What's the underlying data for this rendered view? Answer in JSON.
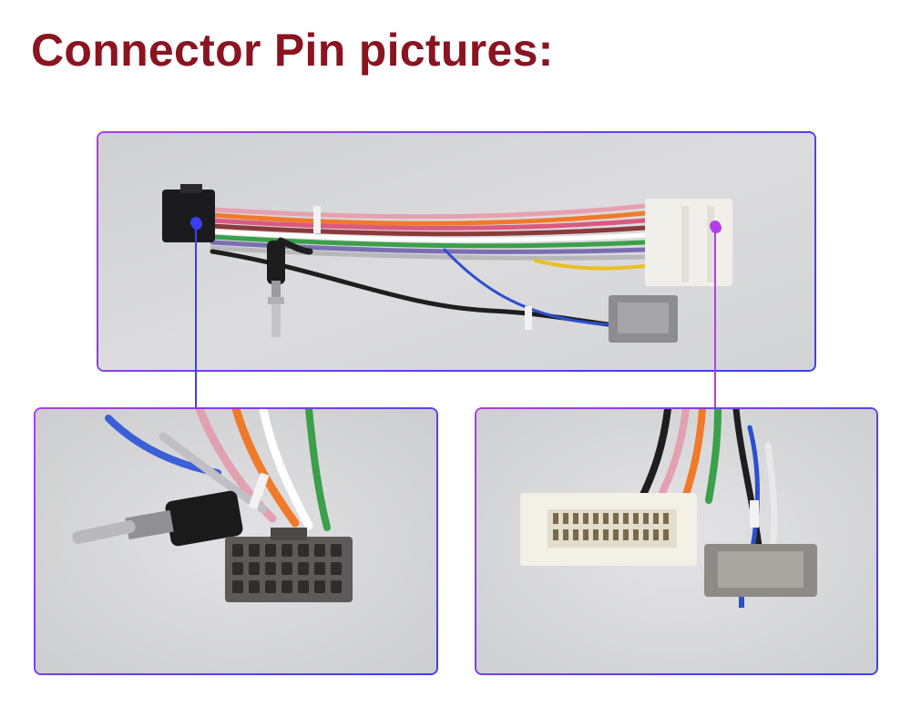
{
  "page": {
    "title": "Connector Pin pictures:"
  },
  "colors": {
    "title": "#8a1420",
    "panel_border": "#8f3cec",
    "left_marker": "#3b3ff2",
    "right_marker": "#b23fe8",
    "panel_background": "#d9d9db"
  },
  "photos": {
    "overview": "wiring-harness-overview-photo",
    "left_detail": "16-pin-connector-closeup-photo",
    "right_detail": "white-connector-closeup-photo"
  }
}
